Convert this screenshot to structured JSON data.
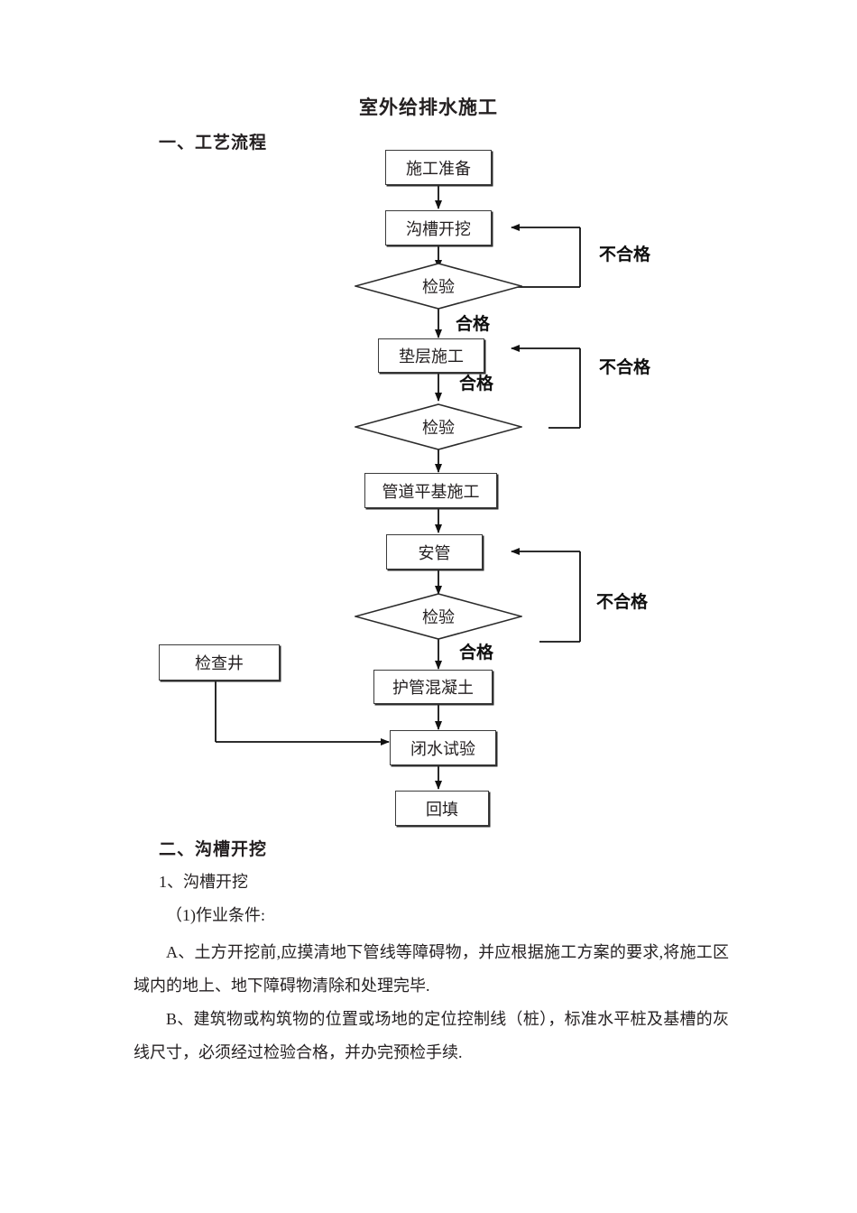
{
  "document": {
    "title": "室外给排水施工",
    "sections": [
      {
        "id": "s1",
        "label": "一、工艺流程"
      },
      {
        "id": "s2",
        "label": "二、沟槽开挖"
      }
    ],
    "body": {
      "item_number": "1、沟槽开挖",
      "condition_label": "（1)作业条件:",
      "paragraph_a": "A、土方开挖前,应摸清地下管线等障碍物，并应根据施工方案的要求,将施工区域内的地上、地下障碍物清除和处理完毕.",
      "paragraph_b": "B、建筑物或构筑物的位置或场地的定位控制线（桩），标准水平桩及基槽的灰线尺寸，必须经过检验合格，并办完预检手续."
    }
  },
  "flowchart": {
    "nodes": {
      "prep": "施工准备",
      "trench": "沟槽开挖",
      "inspect1": "检验",
      "bedding": "垫层施工",
      "inspect2": "检验",
      "pipe_base": "管道平基施工",
      "install_pipe": "安管",
      "inspect3": "检验",
      "manhole": "检查井",
      "concrete": "护管混凝土",
      "water_test": "闭水试验",
      "backfill": "回填"
    },
    "edge_labels": {
      "fail_1": "不合格",
      "pass_1": "合格",
      "fail_2": "不合格",
      "pass_2": "合格",
      "fail_3": "不合格",
      "pass_3": "合格"
    },
    "colors": {
      "stroke": "#3b3b3b",
      "arrow": "#111111",
      "text": "#231f20",
      "background": "#ffffff"
    }
  }
}
